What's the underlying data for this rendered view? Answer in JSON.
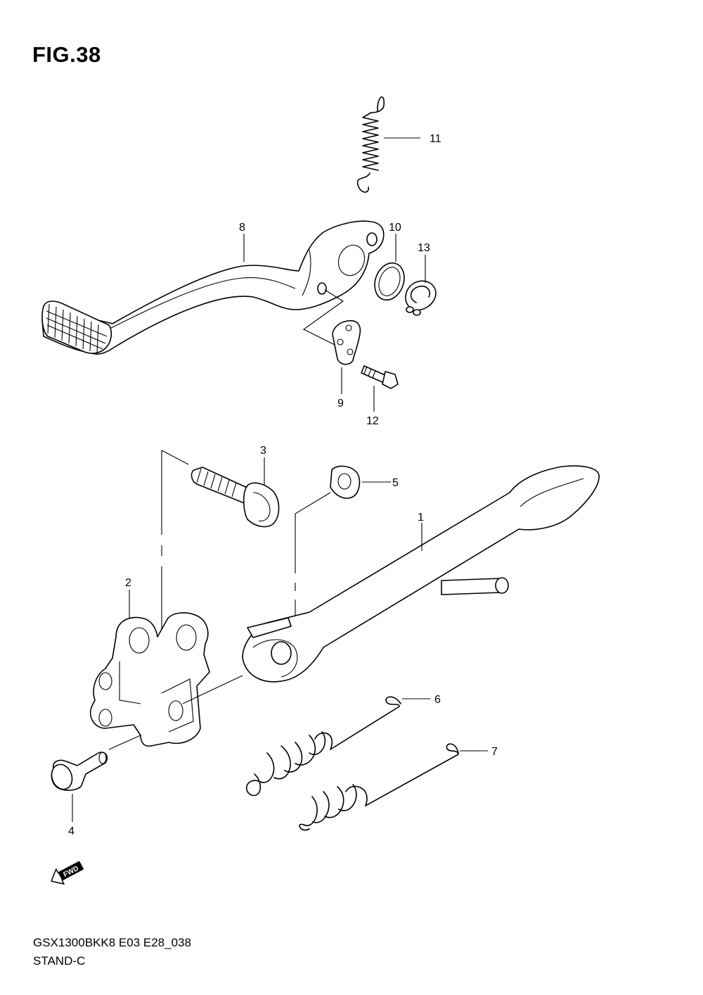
{
  "figure": {
    "title": "FIG.38"
  },
  "callouts": {
    "p1": "1",
    "p2": "2",
    "p3": "3",
    "p4": "4",
    "p5": "5",
    "p6": "6",
    "p7": "7",
    "p8": "8",
    "p9": "9",
    "p10": "10",
    "p11": "11",
    "p12": "12",
    "p13": "13"
  },
  "fwd_badge": "FWD",
  "footer": {
    "code": "GSX1300BKK8 E03 E28_038",
    "name": "STAND-C"
  }
}
